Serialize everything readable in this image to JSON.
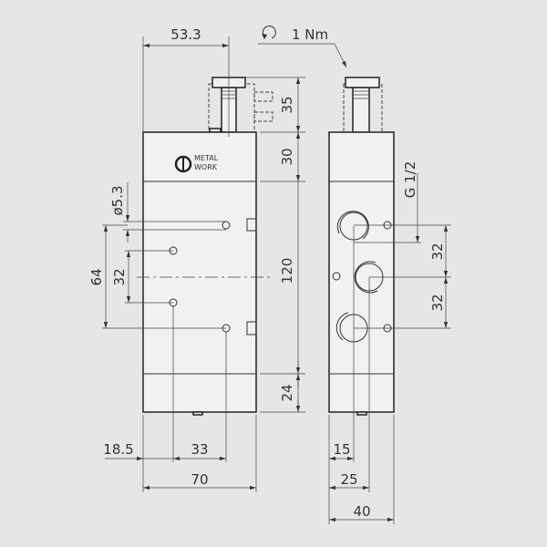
{
  "logo": {
    "line1": "METAL",
    "line2": "WORK"
  },
  "torque": {
    "label": "1 Nm",
    "icon": "rotation-arrow-icon"
  },
  "dimensions": {
    "top_offset": "53.3",
    "knob_height": "35",
    "cap_height": "30",
    "body_height": "120",
    "bottom_cap": "24",
    "hole_diameter": "ø5.3",
    "hole_spacing_outer": "64",
    "hole_spacing_inner": "32",
    "left_offset": "18.5",
    "hole_x_spacing": "33",
    "width": "70",
    "side_port_offset": "15",
    "side_center_offset": "25",
    "side_width": "40",
    "port_thread": "G 1/2",
    "port_spacing_upper": "32",
    "port_spacing_lower": "32"
  }
}
